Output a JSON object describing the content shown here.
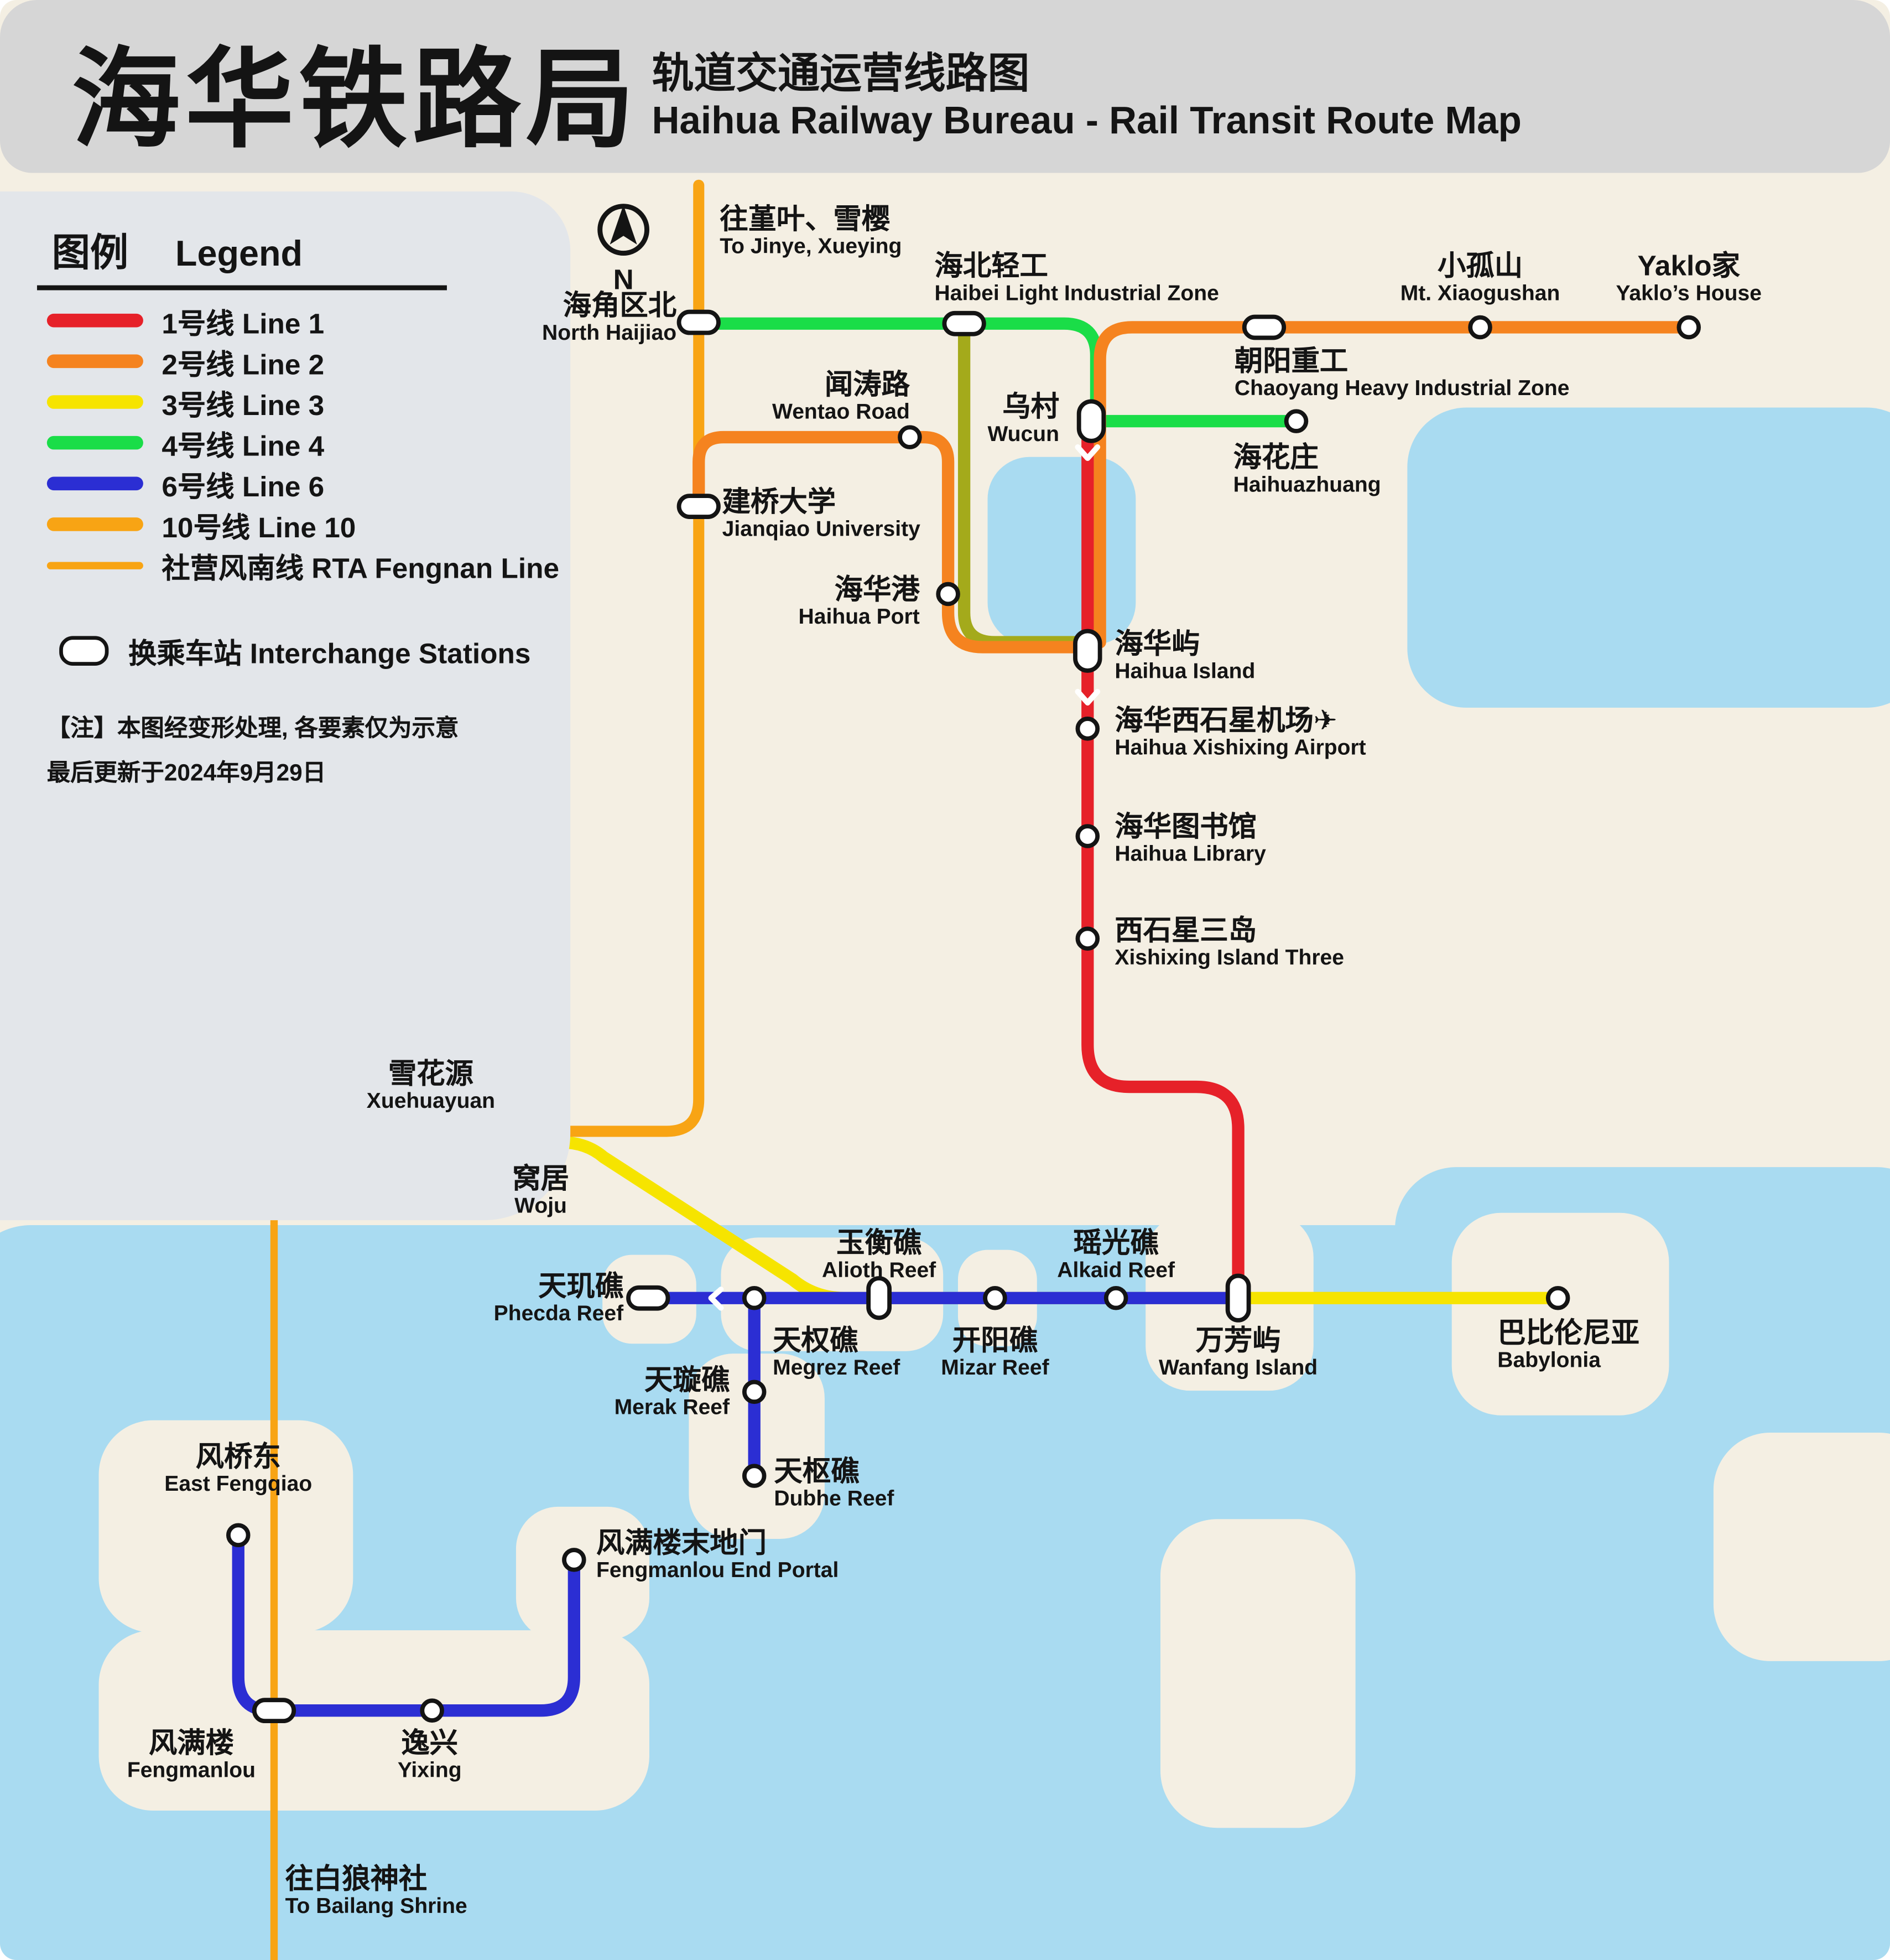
{
  "theme": {
    "--header-bg": "#d6d6d6",
    "--panel-bg": "#e3e6ea",
    "--land": "#f4efe3",
    "--water": "#a9dbf1",
    "--ink": "#141414",
    "--line1": "#e62129",
    "--line2": "#f5831f",
    "--line3": "#f6e400",
    "--line4": "#1add48",
    "--line6": "#2b2ed3",
    "--line10": "#f8a414",
    "--rta": "#f8a414",
    "--overlap": "#a4aa1b",
    "--marker-fill": "#ffffff"
  },
  "header": {
    "title_zh": "海华铁路局",
    "subtitle_zh": "轨道交通运营线路图",
    "subtitle_en": "Haihua Railway Bureau - Rail Transit Route Map"
  },
  "legend": {
    "title_zh": "图例",
    "title_en": "Legend",
    "lines": [
      {
        "label": "1号线 Line 1",
        "color": "#e62129"
      },
      {
        "label": "2号线 Line 2",
        "color": "#f5831f"
      },
      {
        "label": "3号线 Line 3",
        "color": "#f6e400"
      },
      {
        "label": "4号线 Line 4",
        "color": "#1add48"
      },
      {
        "label": "6号线 Line 6",
        "color": "#2b2ed3"
      },
      {
        "label": "10号线 Line 10",
        "color": "#f8a414"
      },
      {
        "label": "社营风南线 RTA Fengnan Line",
        "color": "#f8a414"
      }
    ],
    "interchange_label": "换乘车站 Interchange Stations",
    "note_line1": "【注】本图经变形处理, 各要素仅为示意",
    "note_line2": "最后更新于2024年9月29日"
  },
  "compass": {
    "north": "N"
  },
  "termini": {
    "to_jinye": {
      "zh": "往堇叶、雪樱",
      "en": "To Jinye, Xueying"
    },
    "to_bailang": {
      "zh": "往白狼神社",
      "en": "To Bailang Shrine"
    }
  },
  "stations": {
    "north_haijiao": {
      "zh": "海角区北",
      "en": "North Haijiao"
    },
    "haibei": {
      "zh": "海北轻工",
      "en": "Haibei Light Industrial Zone"
    },
    "xiaogushan": {
      "zh": "小孤山",
      "en": "Mt. Xiaogushan"
    },
    "yaklo": {
      "zh": "Yaklo家",
      "en": "Yaklo’s House"
    },
    "chaoyang": {
      "zh": "朝阳重工",
      "en": "Chaoyang Heavy Industrial Zone"
    },
    "wentao": {
      "zh": "闻涛路",
      "en": "Wentao Road"
    },
    "wucun": {
      "zh": "乌村",
      "en": "Wucun"
    },
    "haihuazhuang": {
      "zh": "海花庄",
      "en": "Haihuazhuang"
    },
    "jianqiao": {
      "zh": "建桥大学",
      "en": "Jianqiao University"
    },
    "haihua_port": {
      "zh": "海华港",
      "en": "Haihua Port"
    },
    "haihua_island": {
      "zh": "海华屿",
      "en": "Haihua Island"
    },
    "airport": {
      "zh": "海华西石星机场✈",
      "en": "Haihua Xishixing Airport"
    },
    "library": {
      "zh": "海华图书馆",
      "en": "Haihua Library"
    },
    "island_three": {
      "zh": "西石星三岛",
      "en": "Xishixing Island Three"
    },
    "xuehuayuan": {
      "zh": "雪花源",
      "en": "Xuehuayuan"
    },
    "woju": {
      "zh": "窝居",
      "en": "Woju"
    },
    "alioth": {
      "zh": "玉衡礁",
      "en": "Alioth Reef"
    },
    "alkaid": {
      "zh": "瑶光礁",
      "en": "Alkaid Reef"
    },
    "phecda": {
      "zh": "天玑礁",
      "en": "Phecda Reef"
    },
    "megrez": {
      "zh": "天权礁",
      "en": "Megrez Reef"
    },
    "mizar": {
      "zh": "开阳礁",
      "en": "Mizar Reef"
    },
    "wanfang": {
      "zh": "万芳屿",
      "en": "Wanfang Island"
    },
    "babylonia": {
      "zh": "巴比伦尼亚",
      "en": "Babylonia"
    },
    "merak": {
      "zh": "天璇礁",
      "en": "Merak Reef"
    },
    "dubhe": {
      "zh": "天枢礁",
      "en": "Dubhe Reef"
    },
    "east_fengqiao": {
      "zh": "风桥东",
      "en": "East Fengqiao"
    },
    "end_portal": {
      "zh": "风满楼末地门",
      "en": "Fengmanlou End Portal"
    },
    "fengmanlou": {
      "zh": "风满楼",
      "en": "Fengmanlou"
    },
    "yixing": {
      "zh": "逸兴",
      "en": "Yixing"
    }
  }
}
